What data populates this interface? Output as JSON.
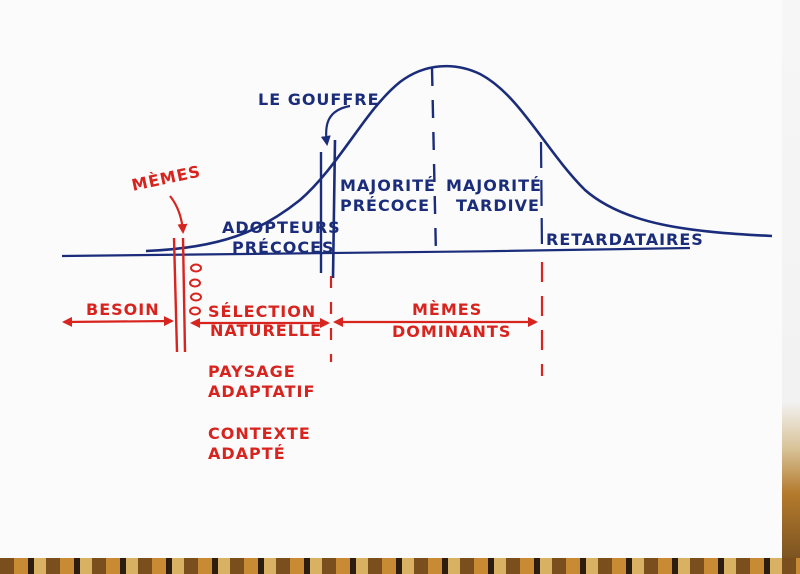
{
  "colors": {
    "ink_blue": "#1b2d7a",
    "ink_red": "#d8241f",
    "paper": "#fbfbfb"
  },
  "labels": {
    "le_gouffre": "LE GOUFFRE",
    "memes_top": "MÈMES",
    "adopteurs_line1": "ADOPTEURS",
    "adopteurs_line2": "PRÉCOCES",
    "majorite_precoce_line1": "MAJORITÉ",
    "majorite_precoce_line2": "PRÉCOCE",
    "majorite_tardive_line1": "MAJORITÉ",
    "majorite_tardive_line2": "TARDIVE",
    "retardataires": "RETARDATAIRES",
    "besoin": "BESOIN",
    "selection_line1": "SÉLECTION",
    "selection_line2": "NATURELLE",
    "memes_dominants_line1": "MÈMES",
    "memes_dominants_line2": "DOMINANTS",
    "paysage_line1": "PAYSAGE",
    "paysage_line2": "ADAPTATIF",
    "contexte_line1": "CONTEXTE",
    "contexte_line2": "ADAPTÉ"
  }
}
